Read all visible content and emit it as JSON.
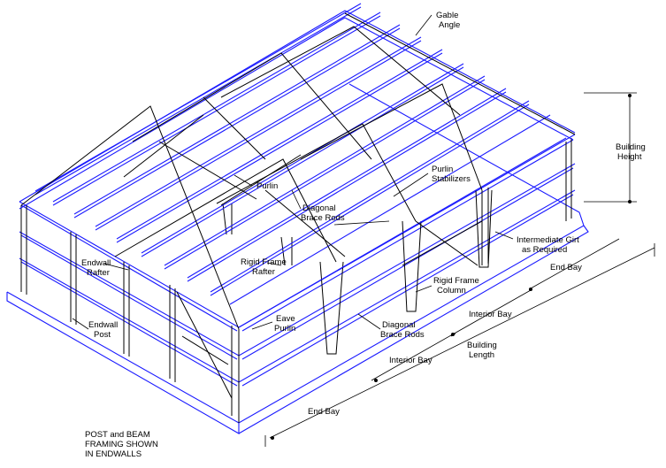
{
  "labels": {
    "gable_angle": [
      "Gable",
      "Angle"
    ],
    "building_height": [
      "Building",
      "Height"
    ],
    "purlin_stabilizers": [
      "Purlin",
      "Stabilizers"
    ],
    "purlin": "Purlin",
    "diagonal_brace_rods_top": [
      "Diagonal",
      "Brace Rods"
    ],
    "intermediate_girt": [
      "Intermediate Girt",
      "as Required"
    ],
    "end_bay_right": "End Bay",
    "endwall_rafter": [
      "Endwall",
      "Rafter"
    ],
    "rigid_frame_rafter": [
      "Rigid Frame",
      "Rafter"
    ],
    "rigid_frame_column": [
      "Rigid Frame",
      "Column"
    ],
    "interior_bay_right": "Interior Bay",
    "endwall_post": [
      "Endwall",
      "Post"
    ],
    "eave_purlin": [
      "Eave",
      "Purlin"
    ],
    "diagonal_brace_rods_bottom": [
      "Diagonal",
      "Brace Rods"
    ],
    "building_length": [
      "Building",
      "Length"
    ],
    "interior_bay_left": "Interior Bay",
    "end_bay_left": "End Bay",
    "note": [
      "POST and BEAM",
      "FRAMING SHOWN",
      "IN ENDWALLS"
    ]
  },
  "colors": {
    "purlin_blue": "#1a1aff",
    "frame_black": "#000000"
  }
}
